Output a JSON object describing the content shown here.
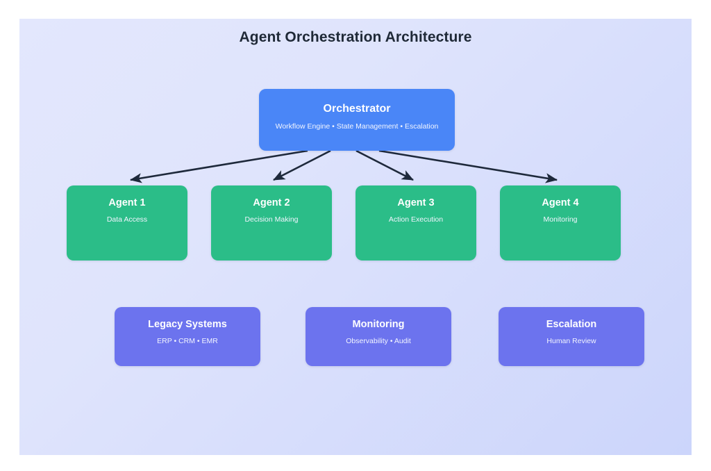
{
  "diagram": {
    "title": "Agent Orchestration Architecture",
    "type": "architecture-flow",
    "background_color": "#dfe4fc",
    "page_background": "#ffffff"
  },
  "orchestrator": {
    "title": "Orchestrator",
    "subtitle": "Workflow Engine • State Management • Escalation",
    "color": "#4a86f7"
  },
  "agents": {
    "color": "#2bbd88",
    "items": [
      {
        "title": "Agent 1",
        "subtitle": "Data Access"
      },
      {
        "title": "Agent 2",
        "subtitle": "Decision Making"
      },
      {
        "title": "Agent 3",
        "subtitle": "Action Execution"
      },
      {
        "title": "Agent 4",
        "subtitle": "Monitoring"
      }
    ]
  },
  "support": {
    "color": "#6c73ee",
    "items": [
      {
        "title": "Legacy Systems",
        "subtitle": "ERP • CRM • EMR"
      },
      {
        "title": "Monitoring",
        "subtitle": "Observability • Audit"
      },
      {
        "title": "Escalation",
        "subtitle": "Human Review"
      }
    ]
  },
  "connectors": {
    "color": "#1e293b",
    "style": "solid-arrow",
    "edges": [
      {
        "from": "Orchestrator",
        "to": "Agent 1"
      },
      {
        "from": "Orchestrator",
        "to": "Agent 2"
      },
      {
        "from": "Orchestrator",
        "to": "Agent 3"
      },
      {
        "from": "Orchestrator",
        "to": "Agent 4"
      }
    ]
  }
}
